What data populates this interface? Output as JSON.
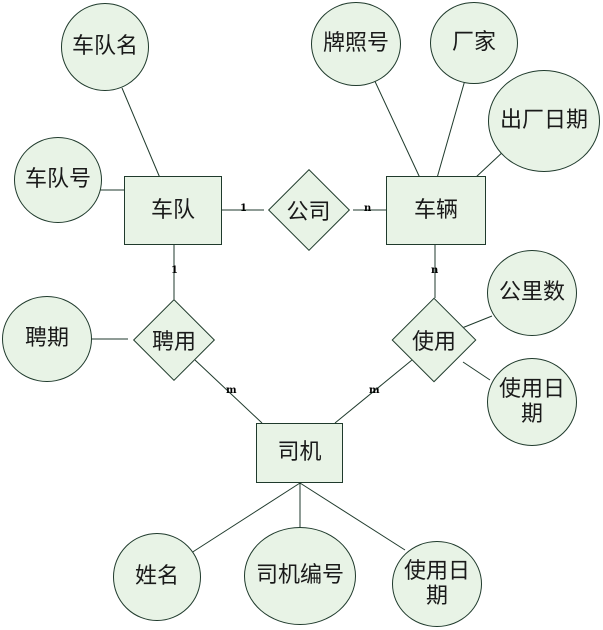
{
  "entities": {
    "team": "车队",
    "vehicle": "车辆",
    "driver": "司机"
  },
  "relationships": {
    "company": "公司",
    "hire": "聘用",
    "use": "使用"
  },
  "attributes": {
    "team_name": "车队名",
    "team_number": "车队号",
    "plate_number": "牌照号",
    "manufacturer": "厂家",
    "factory_date": "出厂日期",
    "mileage": "公里数",
    "use_date_vehicle_line1": "使用日",
    "use_date_vehicle_line2": "期",
    "hire_period": "聘期",
    "driver_name": "姓名",
    "driver_number": "司机编号",
    "use_date_driver_line1": "使用日",
    "use_date_driver_line2": "期"
  },
  "cardinalities": {
    "team_company": "1",
    "vehicle_company": "n",
    "team_hire": "1",
    "driver_hire": "m",
    "vehicle_use": "n",
    "driver_use": "m"
  }
}
